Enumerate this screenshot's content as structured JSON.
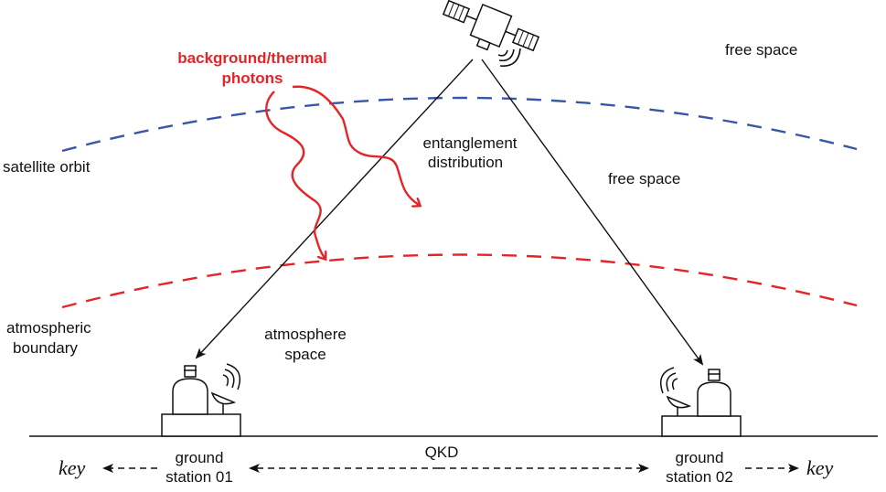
{
  "labels": {
    "free_space_top": "free space",
    "free_space_mid": "free space",
    "photons_line1": "background/thermal",
    "photons_line2": "photons",
    "satellite_orbit": "satellite orbit",
    "entanglement_line1": "entanglement",
    "entanglement_line2": "distribution",
    "atmospheric_line1": "atmospheric",
    "atmospheric_line2": "boundary",
    "atmosphere_line1": "atmosphere",
    "atmosphere_line2": "space",
    "gs1_line1": "ground",
    "gs1_line2": "station 01",
    "gs2_line1": "ground",
    "gs2_line2": "station 02",
    "qkd": "QKD",
    "key_left": "key",
    "key_right": "key"
  },
  "colors": {
    "orbit": "#3a56a6",
    "atmosphere": "#e52428",
    "photons": "#e52428",
    "ink": "#111111"
  },
  "icons": [
    "satellite-icon",
    "ground-station-building-icon",
    "dish-antenna-icon",
    "signal-waves-icon"
  ]
}
